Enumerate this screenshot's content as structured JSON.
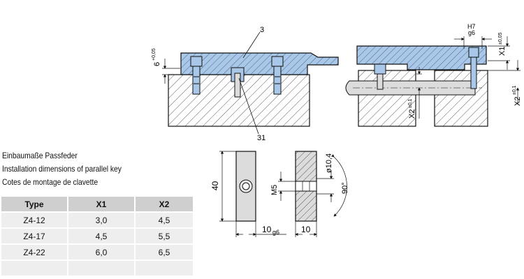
{
  "title_lines": [
    "Einbaumaße Passfeder",
    "Installation dimensions of parallel key",
    "Cotes de montage de clavette"
  ],
  "table": {
    "headers": [
      "Type",
      "X1",
      "X2"
    ],
    "rows": [
      [
        "Z4-12",
        "3,0",
        "4,5"
      ],
      [
        "Z4-17",
        "4,5",
        "5,5"
      ],
      [
        "Z4-22",
        "6,0",
        "6,5"
      ]
    ]
  },
  "drawing": {
    "part_label_top": "3",
    "part_label_key": "31",
    "dim_6": "6",
    "dim_6_tol": "+0,05",
    "dim_h7": "H7",
    "dim_g6": "g6",
    "dim_x1": "X1",
    "dim_x1_tol": "±0,05",
    "dim_x2": "X2",
    "dim_x2_tol": "±0,1",
    "dim_40": "40",
    "dim_m5": "M5",
    "dim_diameter": "ø10,4",
    "dim_angle": "90°",
    "dim_10g6_value": "10",
    "dim_10g6_fit": "g6",
    "dim_10": "10"
  },
  "colors": {
    "part_fill": "#a9c7e8",
    "hatch": "#333333",
    "table_header": "#cfcfcf",
    "table_row": "#eeeeee"
  }
}
